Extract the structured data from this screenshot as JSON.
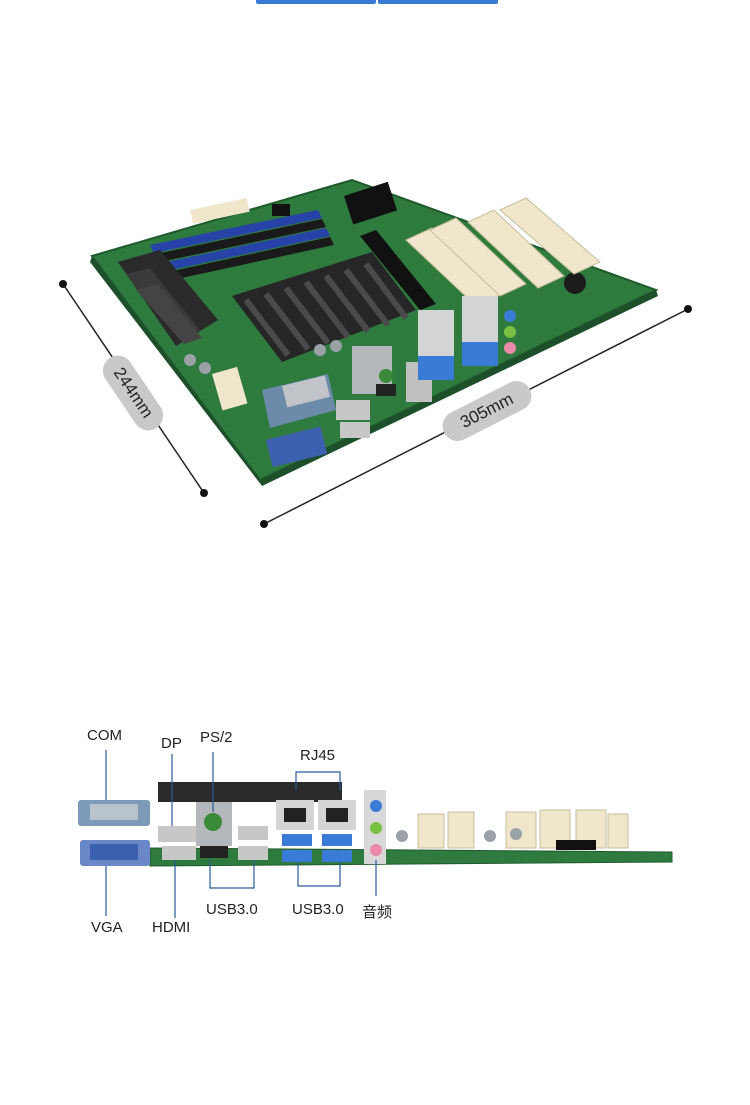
{
  "dimensions": {
    "width_label": "305mm",
    "depth_label": "244mm"
  },
  "port_labels": {
    "com": "COM",
    "dp": "DP",
    "ps2": "PS/2",
    "rj45": "RJ45",
    "vga": "VGA",
    "hdmi": "HDMI",
    "usb30_left": "USB3.0",
    "usb30_right": "USB3.0",
    "audio": "音频"
  },
  "colors": {
    "pcb_green": "#2f7a3e",
    "heatsink": "#2a2a2a",
    "ram_slot_blue": "#2743a8",
    "pci_slot_cream": "#efe6cc",
    "accent_bar": "#3a7bd5"
  }
}
